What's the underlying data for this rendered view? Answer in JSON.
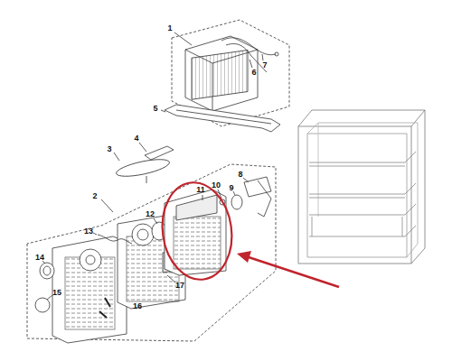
{
  "diagram": {
    "labels": [
      "1",
      "7",
      "6",
      "5",
      "4",
      "3",
      "2",
      "8",
      "10",
      "9",
      "11",
      "12",
      "13",
      "14",
      "15",
      "17",
      "16"
    ]
  }
}
